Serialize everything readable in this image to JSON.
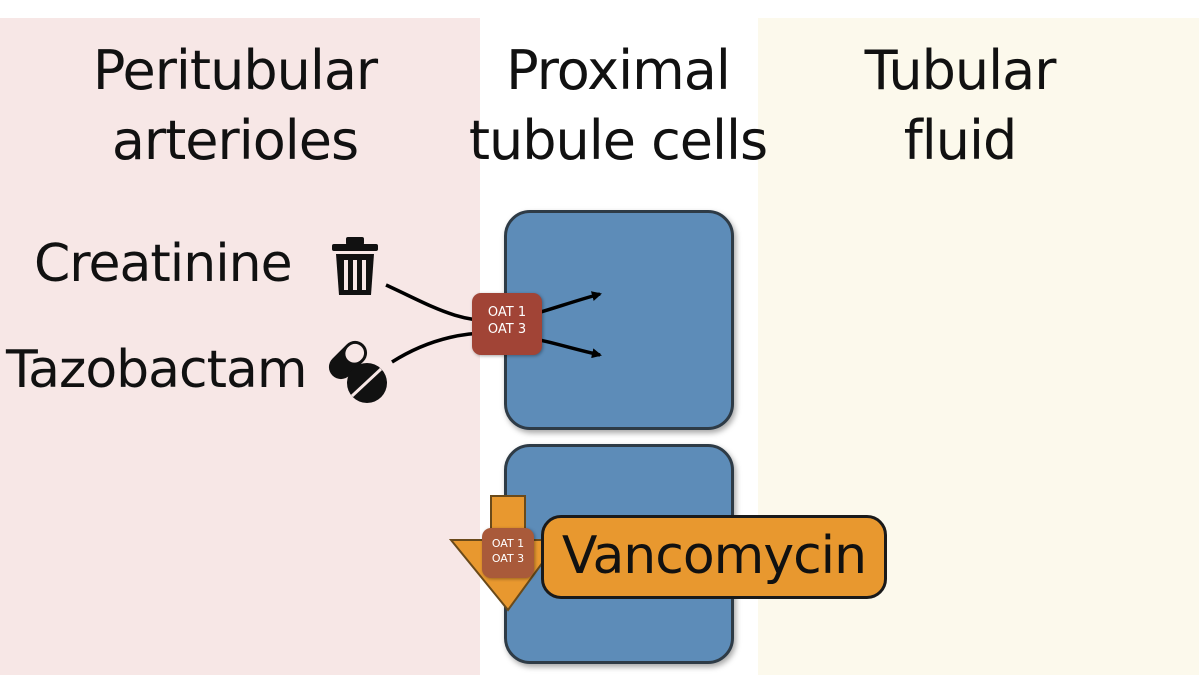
{
  "zones": {
    "peritubular": {
      "title_line1": "Peritubular",
      "title_line2": "arterioles",
      "color": "#f7e7e6"
    },
    "proximal": {
      "title_line1": "Proximal",
      "title_line2": "tubule cells",
      "color": "#ffffff"
    },
    "tubular": {
      "title_line1": "Tubular",
      "title_line2": "fluid",
      "color": "#fcf9ec"
    }
  },
  "drugs": {
    "creatinine": {
      "label": "Creatinine",
      "icon": "trash-icon"
    },
    "tazobactam": {
      "label": "Tazobactam",
      "icon": "pills-icon"
    },
    "vancomycin": {
      "label": "Vancomycin",
      "color": "#e8982f"
    }
  },
  "transporters": {
    "top": {
      "line1": "OAT 1",
      "line2": "OAT 3",
      "color": "#a14436"
    },
    "bottom": {
      "line1": "OAT 1",
      "line2": "OAT 3"
    }
  },
  "colors": {
    "cell": "#5d8cb8",
    "cell_border": "#2e3b46",
    "block_arrow": "#e8982f"
  }
}
